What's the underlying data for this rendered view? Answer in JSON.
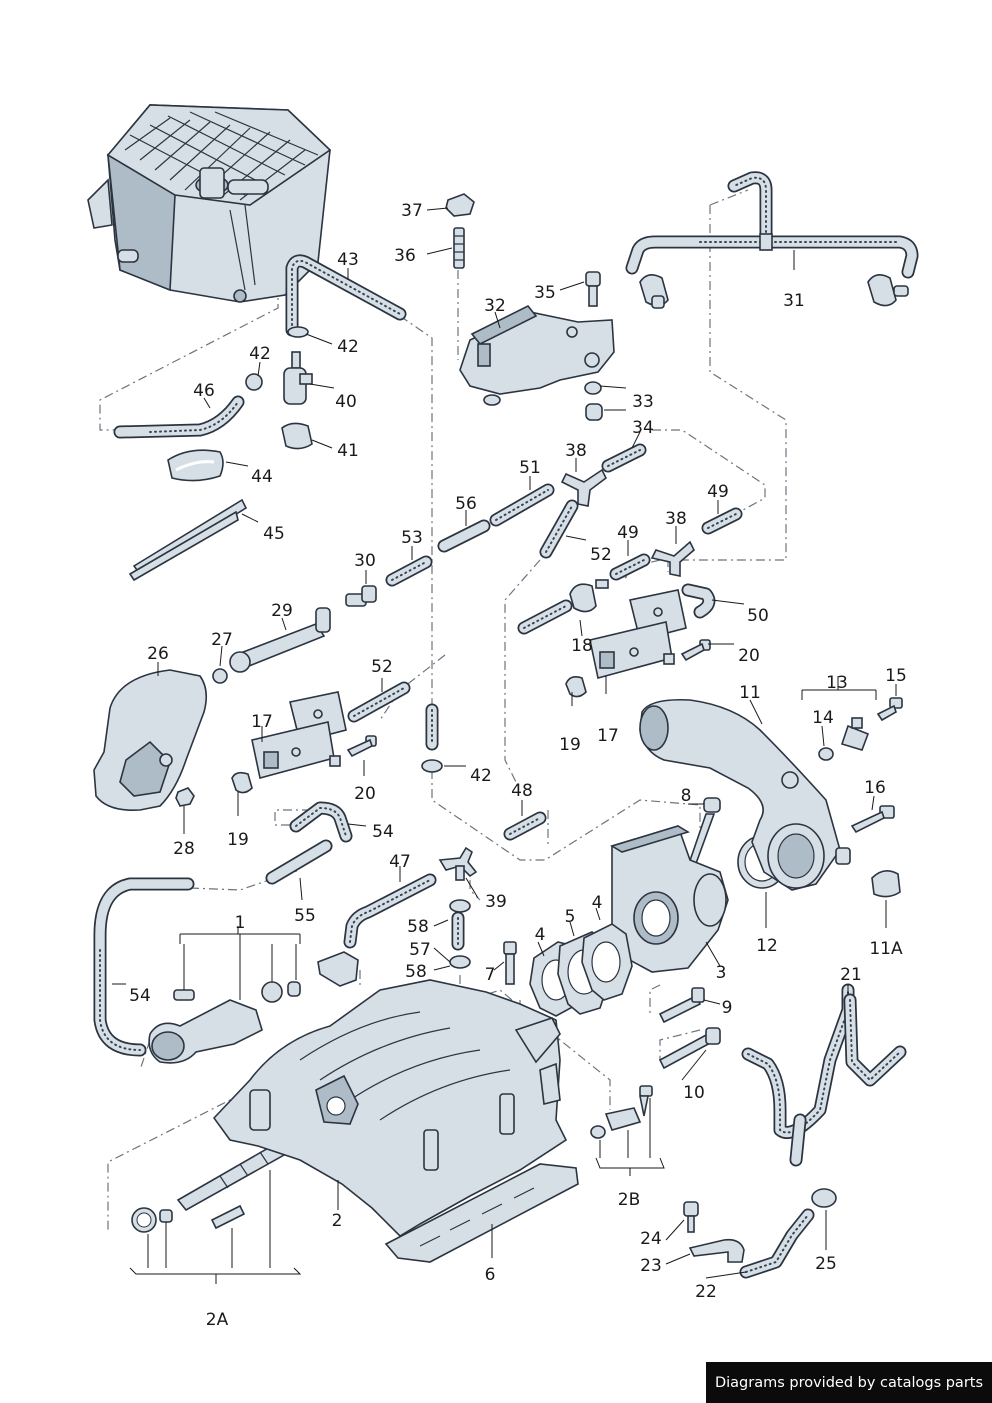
{
  "callouts": [
    {
      "id": "c1",
      "text": "1"
    },
    {
      "id": "c2",
      "text": "2"
    },
    {
      "id": "c2A",
      "text": "2A"
    },
    {
      "id": "c2B",
      "text": "2B"
    },
    {
      "id": "c3",
      "text": "3"
    },
    {
      "id": "c4a",
      "text": "4"
    },
    {
      "id": "c4b",
      "text": "4"
    },
    {
      "id": "c5",
      "text": "5"
    },
    {
      "id": "c6",
      "text": "6"
    },
    {
      "id": "c7",
      "text": "7"
    },
    {
      "id": "c8",
      "text": "8"
    },
    {
      "id": "c9",
      "text": "9"
    },
    {
      "id": "c10",
      "text": "10"
    },
    {
      "id": "c11",
      "text": "11"
    },
    {
      "id": "c11A",
      "text": "11A"
    },
    {
      "id": "c12",
      "text": "12"
    },
    {
      "id": "c13",
      "text": "13"
    },
    {
      "id": "c14",
      "text": "14"
    },
    {
      "id": "c15",
      "text": "15"
    },
    {
      "id": "c16",
      "text": "16"
    },
    {
      "id": "c17a",
      "text": "17"
    },
    {
      "id": "c17b",
      "text": "17"
    },
    {
      "id": "c18",
      "text": "18"
    },
    {
      "id": "c19a",
      "text": "19"
    },
    {
      "id": "c19b",
      "text": "19"
    },
    {
      "id": "c20a",
      "text": "20"
    },
    {
      "id": "c20b",
      "text": "20"
    },
    {
      "id": "c21",
      "text": "21"
    },
    {
      "id": "c22",
      "text": "22"
    },
    {
      "id": "c23",
      "text": "23"
    },
    {
      "id": "c24",
      "text": "24"
    },
    {
      "id": "c25",
      "text": "25"
    },
    {
      "id": "c26",
      "text": "26"
    },
    {
      "id": "c27",
      "text": "27"
    },
    {
      "id": "c28",
      "text": "28"
    },
    {
      "id": "c29",
      "text": "29"
    },
    {
      "id": "c30",
      "text": "30"
    },
    {
      "id": "c31",
      "text": "31"
    },
    {
      "id": "c32",
      "text": "32"
    },
    {
      "id": "c33",
      "text": "33"
    },
    {
      "id": "c34",
      "text": "34"
    },
    {
      "id": "c35",
      "text": "35"
    },
    {
      "id": "c36",
      "text": "36"
    },
    {
      "id": "c37",
      "text": "37"
    },
    {
      "id": "c38a",
      "text": "38"
    },
    {
      "id": "c38b",
      "text": "38"
    },
    {
      "id": "c39",
      "text": "39"
    },
    {
      "id": "c40",
      "text": "40"
    },
    {
      "id": "c41",
      "text": "41"
    },
    {
      "id": "c42a",
      "text": "42"
    },
    {
      "id": "c42b",
      "text": "42"
    },
    {
      "id": "c42c",
      "text": "42"
    },
    {
      "id": "c43",
      "text": "43"
    },
    {
      "id": "c44",
      "text": "44"
    },
    {
      "id": "c45",
      "text": "45"
    },
    {
      "id": "c46",
      "text": "46"
    },
    {
      "id": "c47",
      "text": "47"
    },
    {
      "id": "c48",
      "text": "48"
    },
    {
      "id": "c49a",
      "text": "49"
    },
    {
      "id": "c49b",
      "text": "49"
    },
    {
      "id": "c50",
      "text": "50"
    },
    {
      "id": "c51",
      "text": "51"
    },
    {
      "id": "c52a",
      "text": "52"
    },
    {
      "id": "c52b",
      "text": "52"
    },
    {
      "id": "c53",
      "text": "53"
    },
    {
      "id": "c54a",
      "text": "54"
    },
    {
      "id": "c54b",
      "text": "54"
    },
    {
      "id": "c55",
      "text": "55"
    },
    {
      "id": "c56",
      "text": "56"
    },
    {
      "id": "c57",
      "text": "57"
    },
    {
      "id": "c58a",
      "text": "58"
    },
    {
      "id": "c58b",
      "text": "58"
    }
  ],
  "footer": {
    "text": "Diagrams provided by catalogs parts"
  }
}
